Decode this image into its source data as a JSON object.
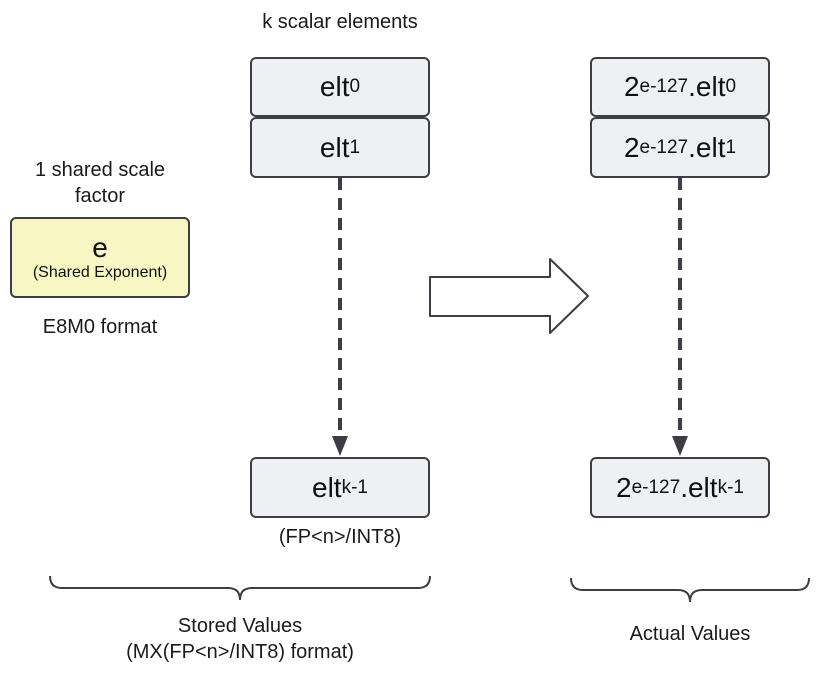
{
  "stored": {
    "heading": "k scalar elements",
    "elements": [
      {
        "base": "elt",
        "sub": "0"
      },
      {
        "base": "elt",
        "sub": "1"
      },
      {
        "base": "elt",
        "sub": "k-1"
      }
    ],
    "type_label": "(FP<n>/INT8)",
    "caption_line1": "Stored Values",
    "caption_line2": "(MX(FP<n>/INT8) format)"
  },
  "scale": {
    "heading_line1": "1 shared scale",
    "heading_line2": "factor",
    "symbol": "e",
    "symbol_label": "(Shared Exponent)",
    "format_label": "E8M0 format"
  },
  "actual": {
    "elements": [
      {
        "base": "2",
        "exp": "e-127",
        "mid": ".elt",
        "sub": "0"
      },
      {
        "base": "2",
        "exp": "e-127",
        "mid": ".elt",
        "sub": "1"
      },
      {
        "base": "2",
        "exp": "e-127",
        "mid": ".elt",
        "sub": "k-1"
      }
    ],
    "caption": "Actual Values"
  },
  "colors": {
    "element_fill": "#eef0f3",
    "scale_fill": "#f8f7c4",
    "stroke": "#3b3f45"
  }
}
